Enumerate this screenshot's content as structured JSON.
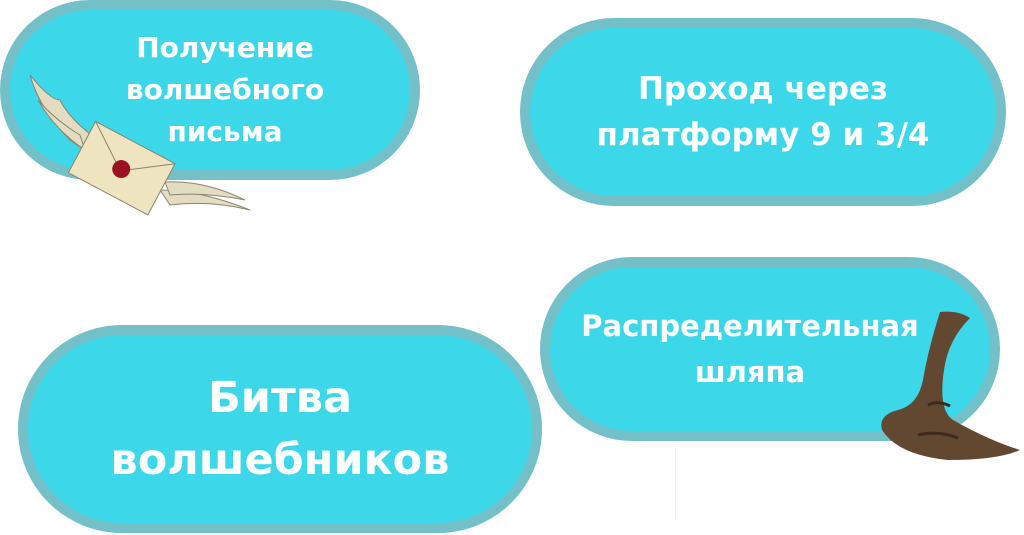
{
  "buttons": [
    {
      "lines": [
        "Получение",
        "волшебного",
        "письма"
      ]
    },
    {
      "lines": [
        "Проход через",
        "платформу 9 и 3/4"
      ]
    },
    {
      "lines": [
        "Битва",
        "волшебников"
      ]
    },
    {
      "lines": [
        "Распределительная",
        "шляпа"
      ]
    }
  ],
  "colors": {
    "fill": "#3dd7ea",
    "border": "#74c0c9",
    "text": "#ffffff",
    "hat": "#634831",
    "envelope": "#eee4c0",
    "seal": "#9b1222"
  }
}
